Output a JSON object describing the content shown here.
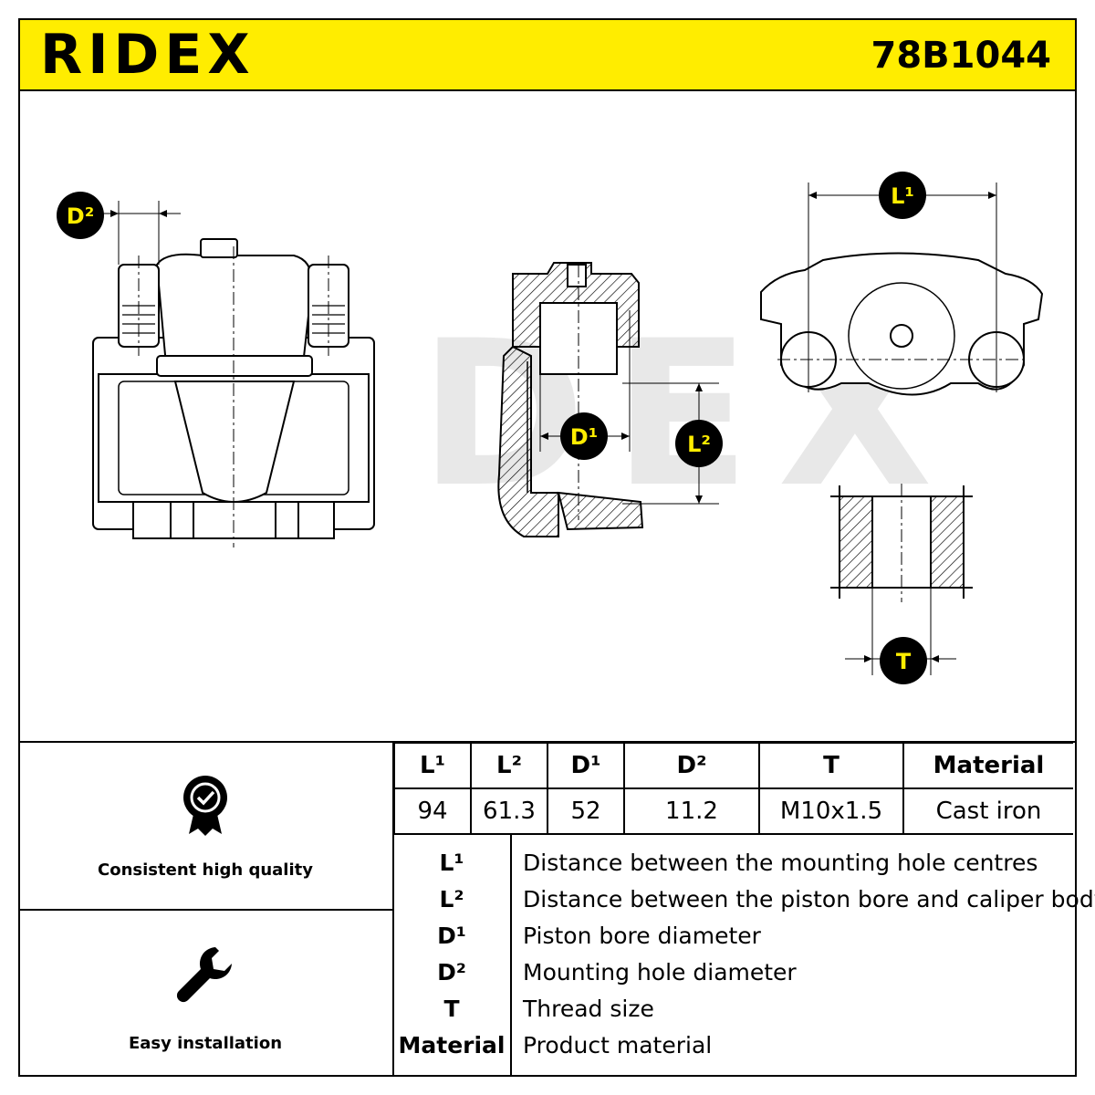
{
  "brand": "RIDEX",
  "part_number": "78B1044",
  "watermark": "RIDEX",
  "colors": {
    "accent": "#ffed00",
    "ink": "#000000",
    "watermark": "#e8e8e8"
  },
  "drawing": {
    "markers": {
      "d2": "D²",
      "d1": "D¹",
      "l2": "L²",
      "l1": "L¹",
      "t": "T"
    }
  },
  "features": [
    {
      "icon": "quality-badge-icon",
      "label": "Consistent high quality"
    },
    {
      "icon": "wrench-icon",
      "label": "Easy installation"
    }
  ],
  "spec_table": {
    "headers": [
      "L¹",
      "L²",
      "D¹",
      "D²",
      "T",
      "Material"
    ],
    "values": [
      "94",
      "61.3",
      "52",
      "11.2",
      "M10x1.5",
      "Cast iron"
    ]
  },
  "legend": [
    {
      "key": "L¹",
      "text": "Distance between the mounting hole centres"
    },
    {
      "key": "L²",
      "text": "Distance between the piston bore and caliper body"
    },
    {
      "key": "D¹",
      "text": "Piston bore diameter"
    },
    {
      "key": "D²",
      "text": "Mounting hole diameter"
    },
    {
      "key": "T",
      "text": "Thread size"
    },
    {
      "key": "Material",
      "text": "Product material"
    }
  ]
}
